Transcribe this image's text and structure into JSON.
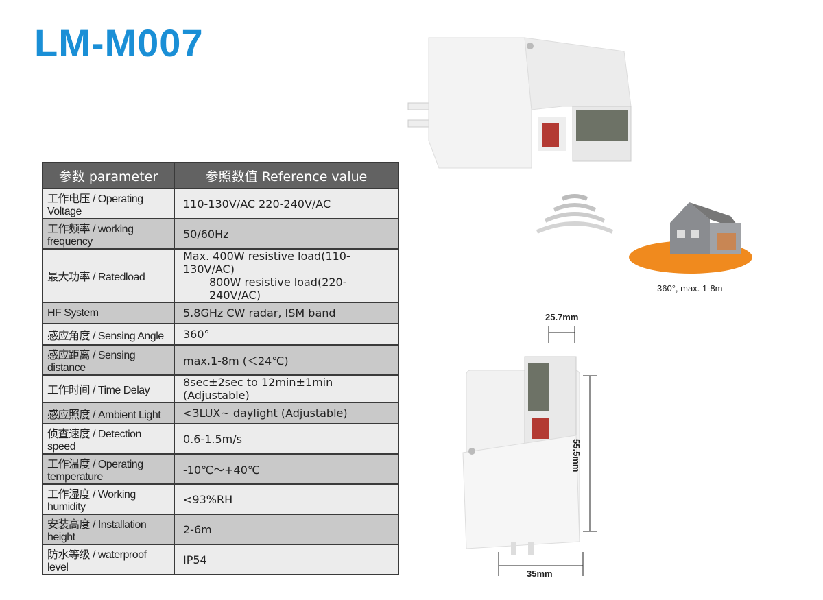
{
  "title": "LM-M007",
  "table": {
    "headers": [
      "参数  parameter",
      "参照数值  Reference value"
    ],
    "rows": [
      {
        "param": "工作电压 / Operating Voltage",
        "value": "110-130V/AC  220-240V/AC"
      },
      {
        "param": "工作频率 / working frequency",
        "value": "50/60Hz"
      },
      {
        "param": "最大功率 / Ratedload",
        "value": "Max. 400W resistive load(110-130V/AC)",
        "value2": "800W resistive load(220-240V/AC)"
      },
      {
        "param": "HF System",
        "value": "5.8GHz CW radar, ISM band"
      },
      {
        "param": "感应角度 / Sensing Angle",
        "value": "360°"
      },
      {
        "param": "感应距离 / Sensing distance",
        "value": "max.1-8m (＜24℃)"
      },
      {
        "param": "工作时间 / Time Delay",
        "value": "8sec±2sec to 12min±1min (Adjustable)"
      },
      {
        "param": "感应照度 / Ambient Light",
        "value": "<3LUX~ daylight (Adjustable)"
      },
      {
        "param": "侦查速度 / Detection speed",
        "value": "0.6-1.5m/s"
      },
      {
        "param": "工作温度 / Operating temperature",
        "value": "-10℃～+40℃"
      },
      {
        "param": "工作湿度 / Working humidity",
        "value": "<93%RH"
      },
      {
        "param": "安装高度 / Installation height",
        "value": "2-6m"
      },
      {
        "param": "防水等级 / waterproof level",
        "value": "IP54"
      }
    ]
  },
  "illustration": {
    "caption": "360°, max. 1-8m"
  },
  "dimensions": {
    "width_top": "25.7mm",
    "height": "55.5mm",
    "width_bottom": "35mm"
  },
  "colors": {
    "title": "#1a8fd6",
    "header": "#626262",
    "detection_area": "#f08a1e"
  }
}
